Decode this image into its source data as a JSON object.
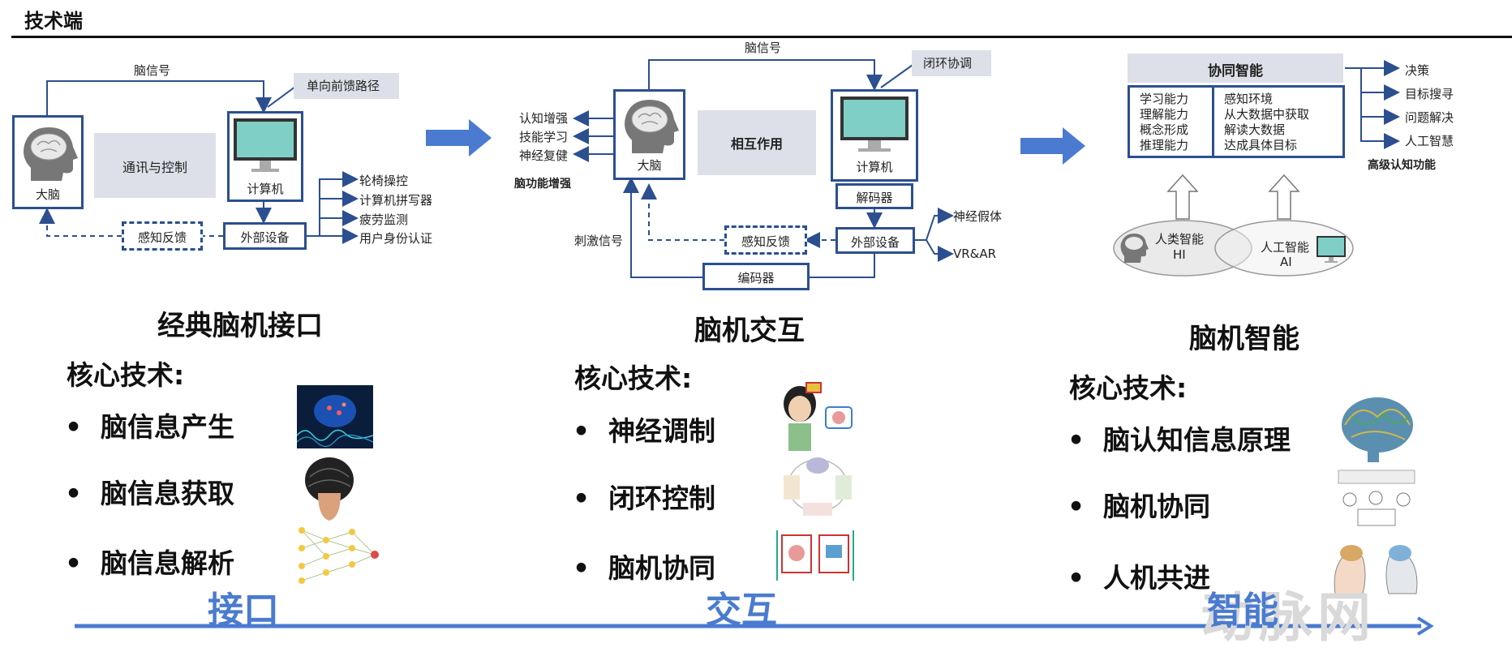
{
  "header": {
    "title": "技术端"
  },
  "panel1": {
    "signal": "脑信号",
    "feedforward": "单向前馈路径",
    "brain": "大脑",
    "control": "通讯与控制",
    "computer": "计算机",
    "device": "外部设备",
    "feedback": "感知反馈",
    "apps": [
      "轮椅操控",
      "计算机拼写器",
      "疲劳监测",
      "用户身份认证"
    ]
  },
  "panel2": {
    "signal": "脑信号",
    "closedloop": "闭环协调",
    "brain": "大脑",
    "interaction": "相互作用",
    "computer": "计算机",
    "decoder": "解码器",
    "device": "外部设备",
    "feedback": "感知反馈",
    "encoder": "编码器",
    "stimulus": "刺激信号",
    "enhance": [
      "认知增强",
      "技能学习",
      "神经复健"
    ],
    "enhance_title": "脑功能增强",
    "outputs": [
      "神经假体",
      "VR&AR"
    ]
  },
  "panel3": {
    "title": "协同智能",
    "left": [
      "学习能力",
      "理解能力",
      "概念形成",
      "推理能力"
    ],
    "right": [
      "感知环境",
      "从大数据中获取",
      "解读大数据",
      "达成具体目标"
    ],
    "outputs": [
      "决策",
      "目标搜寻",
      "问题解决",
      "人工智慧"
    ],
    "outputs_title": "高级认知功能",
    "hi_name": "人类智能",
    "hi": "HI",
    "ai_name": "人工智能",
    "ai": "AI"
  },
  "sections": [
    {
      "title": "经典脑机接口",
      "core": "核心技术:",
      "items": [
        "脑信息产生",
        "脑信息获取",
        "脑信息解析"
      ]
    },
    {
      "title": "脑机交互",
      "core": "核心技术:",
      "items": [
        "神经调制",
        "闭环控制",
        "脑机协同"
      ]
    },
    {
      "title": "脑机智能",
      "core": "核心技术:",
      "items": [
        "脑认知信息原理",
        "脑机协同",
        "人机共进"
      ]
    }
  ],
  "axis": {
    "labels": [
      "接口",
      "交互",
      "智能"
    ]
  },
  "watermark": "动脉网",
  "colors": {
    "accent": "#2c4f8f",
    "arrow": "#4a7bd0",
    "grey_box": "#dde0e8",
    "monitor": "#7fcfc6"
  }
}
